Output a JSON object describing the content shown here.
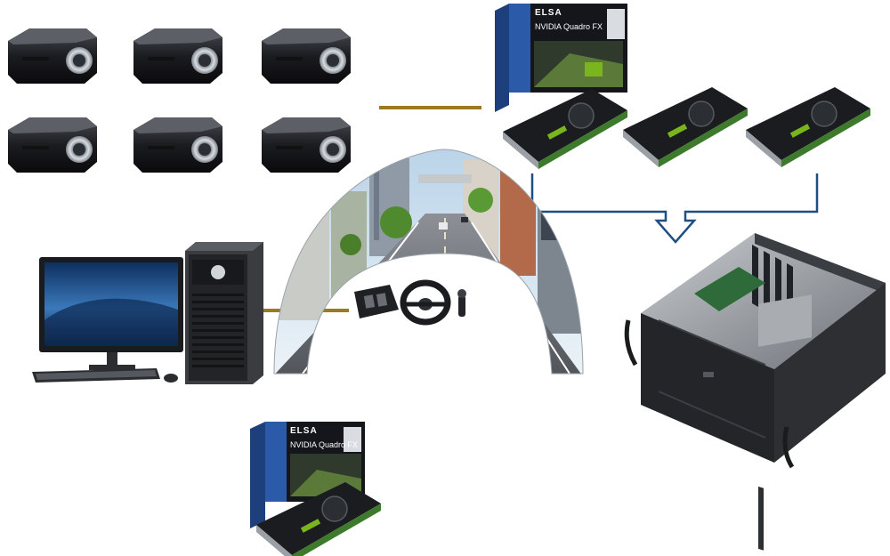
{
  "colors": {
    "connector_gold": "#9c7a22",
    "connector_blue": "#1f4f82",
    "box_blue": "#2a5aa8",
    "box_dark": "#14161b",
    "gpu_green": "#7ab51d",
    "screen_blue": "#22528e",
    "tower_gray": "#3a3c40",
    "case_gray": "#2a2c30"
  },
  "icons": {
    "projector": "projector-icon",
    "gpu_box": "gpu-retail-box-icon",
    "gpu_card": "graphics-card-icon",
    "workstation": "workstation-pc-icon",
    "monitor": "monitor-icon",
    "server_case": "rackmount-case-icon",
    "dome_screen": "curved-screen-icon",
    "wheel": "steering-wheel-icon"
  },
  "gpu_box_top": {
    "brand": "ELSA",
    "product": "NVIDIA Quadro FX"
  },
  "gpu_box_bottom": {
    "brand": "ELSA",
    "product": "NVIDIA Quadro FX"
  }
}
